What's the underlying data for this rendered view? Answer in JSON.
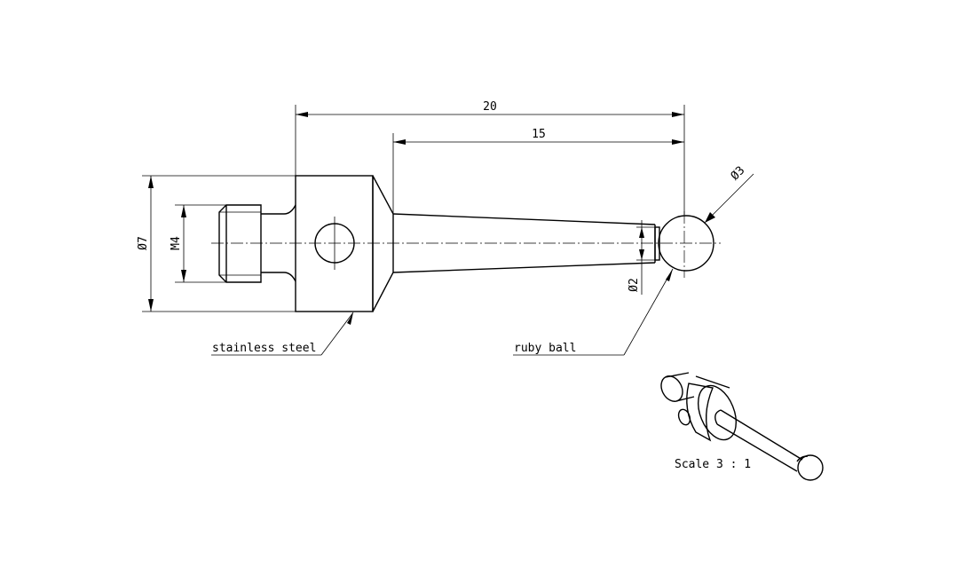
{
  "dimensions": {
    "overall_length": "20",
    "stem_length": "15",
    "body_diameter": "Ø7",
    "thread": "M4",
    "ball_diameter": "Ø3",
    "tip_diameter": "Ø2"
  },
  "labels": {
    "body_material": "stainless steel",
    "tip_material": "ruby ball",
    "scale": "Scale 3 : 1"
  }
}
